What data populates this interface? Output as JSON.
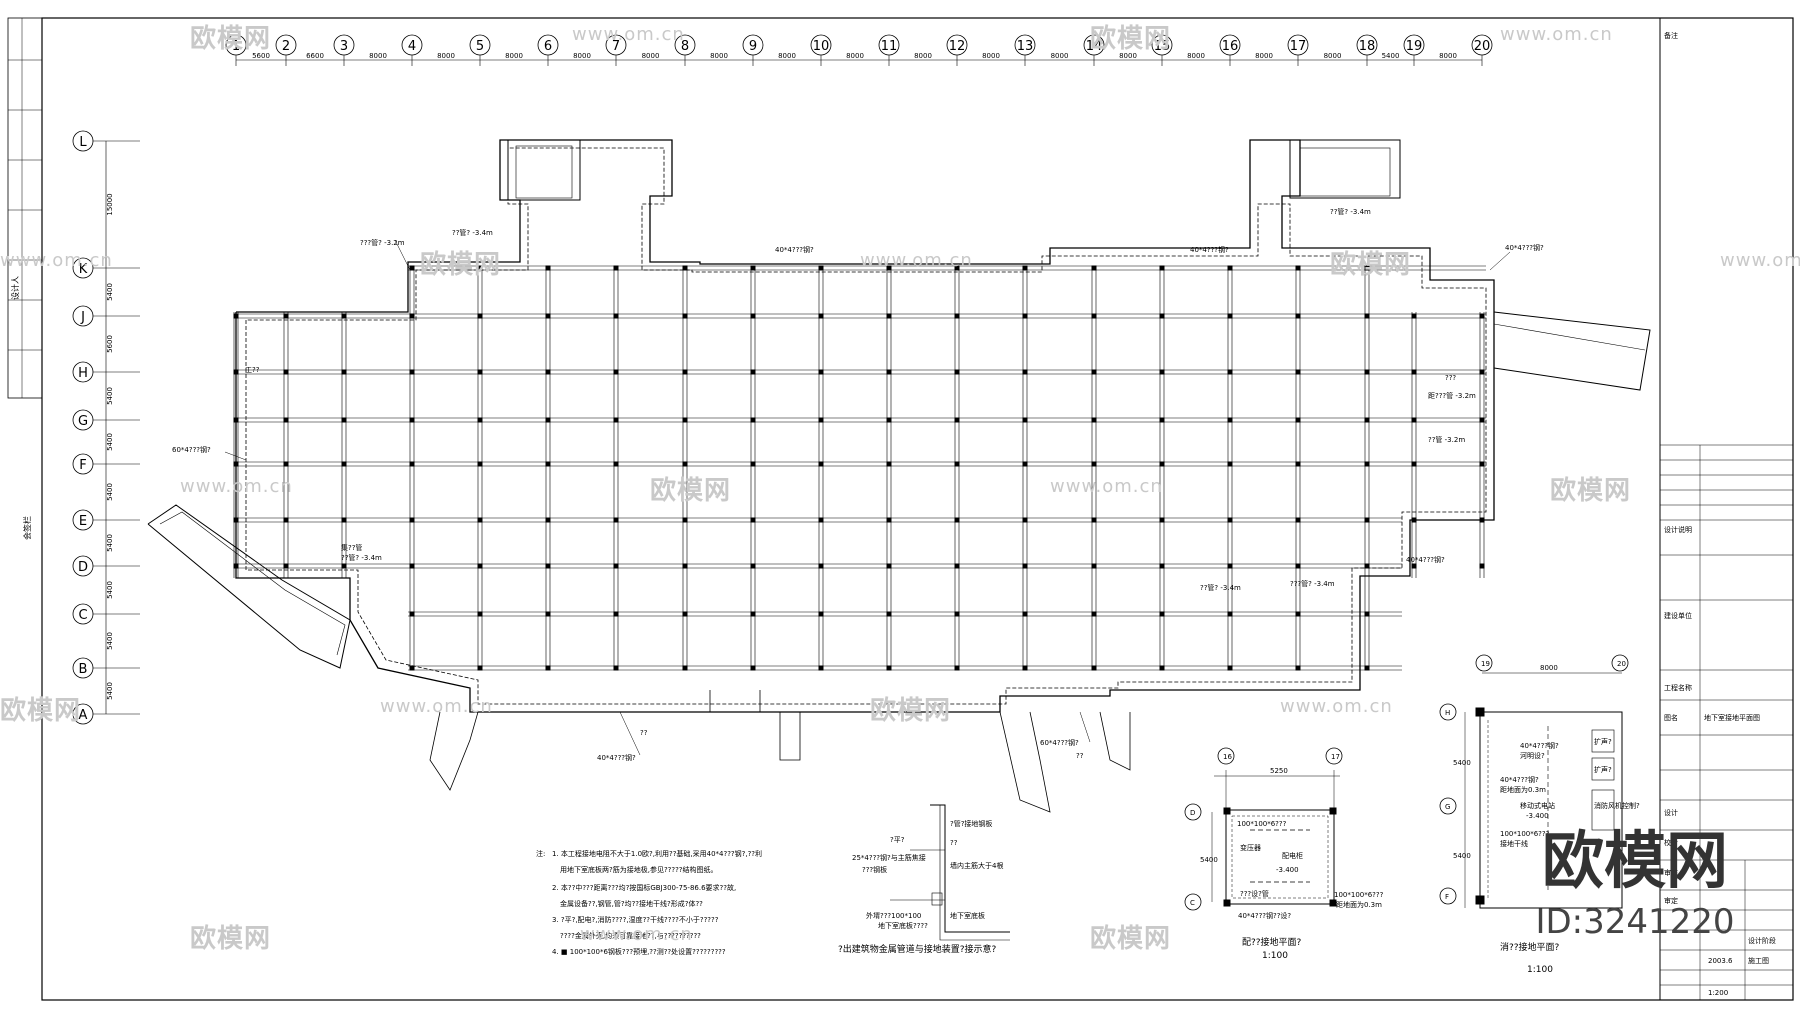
{
  "drawing": {
    "column_axes": [
      "1",
      "2",
      "3",
      "4",
      "5",
      "6",
      "7",
      "8",
      "9",
      "10",
      "11",
      "12",
      "13",
      "14",
      "15",
      "16",
      "17",
      "18",
      "19",
      "20"
    ],
    "column_spacings": [
      "5600",
      "6600",
      "8000",
      "8000",
      "8000",
      "8000",
      "8000",
      "8000",
      "8000",
      "8000",
      "8000",
      "8000",
      "8000",
      "8000",
      "8000",
      "8000",
      "8000",
      "5400",
      "8000"
    ],
    "row_axes": [
      "L",
      "K",
      "J",
      "H",
      "G",
      "F",
      "E",
      "D",
      "C",
      "B",
      "A"
    ],
    "row_spacings": [
      "15000",
      "5400",
      "5600",
      "5400",
      "5400",
      "5400",
      "5400",
      "5400",
      "5400",
      "5400"
    ],
    "callouts": {
      "c1": "40*4???钢?",
      "c2": "40*4???钢?",
      "c3": "40*4???钢?",
      "c4": "60*4???钢?",
      "c5": "40*4???钢?",
      "c6": "40*4???钢?",
      "c7": "60*4???钢?",
      "c8": "??管? -3.4m",
      "c9": "??管? -3.4m",
      "c10": "距???管 -3.2m",
      "c11": "??管 -3.2m",
      "c12": "集??管",
      "c13": "??管? -3.4m",
      "c14": "??管? -3.4m",
      "c15": "???管? -3.4m",
      "c16": "???管? -3.2m",
      "c17": "工??",
      "c18": "??",
      "c19": "??",
      "c20": "???"
    },
    "notes": {
      "prefix": "注:",
      "n1": "1. 本工程接地电阻不大于1.0欧?,利用??基础,采用40*4???钢?,??利",
      "n1b": "用地下室底板两?筋为接地极,参见?????结构图纸。",
      "n2": "2. 本??中???距离???均?按国标GBJ300-75-86.6要求??故,",
      "n2b": "金属设备??,钢管,管?均??接地干线?形成?体??",
      "n3": "3. ?平?,配电?,消防????,湿度??干线????不小于?????",
      "n3b": "????金属外壳,均须可靠接地??,与??????????",
      "n4": "4. ■ 100*100*6钢板???预埋,??测??处设置?????????"
    },
    "detail_labels": {
      "d1": "?管?接地钢板",
      "d2": "25*4???钢?与主筋焦接",
      "d3": "???钢板",
      "d4": "墙内主筋大于4根",
      "d5": "外壻???100*100",
      "d6": "地下室底板????",
      "d7": "地下室底板",
      "d8": "?平?",
      "d9": "??"
    },
    "detail_title": "?出建筑物金属管道与接地装置?接示意?",
    "mini_plan_1": {
      "axes_top": [
        "16",
        "17"
      ],
      "axes_left": [
        "D",
        "C"
      ],
      "dim_top": "5250",
      "dim_left": "5400",
      "t1": "100*100*6???",
      "t2": "变压器",
      "t3": "配电柜",
      "t4": "-3.400",
      "t5": "???设?管",
      "t6": "100*100*6???",
      "t7": "距地面为0.3m",
      "t8": "40*4???钢??设?",
      "title": "配??接地平面?",
      "scale": "1:100"
    },
    "mini_plan_2": {
      "axes_top": [
        "19",
        "20"
      ],
      "axes_left": [
        "H",
        "G",
        "F"
      ],
      "dim_top": "8000",
      "dim_left_1": "5400",
      "dim_left_2": "5400",
      "t1": "40*4???钢?",
      "t2": "河明设?",
      "t3": "40*4???钢?",
      "t4": "距地面为0.3m",
      "t5": "移动式电站",
      "t6": "-3.400",
      "t7": "100*100*6???",
      "t8": "接地干线",
      "r1": "扩声?",
      "r2": "扩声?",
      "r3": "消防风机控制?",
      "title": "消??接地平面?",
      "scale": "1:100"
    },
    "title_block": {
      "r1": "备注",
      "r2": "设计说明",
      "r3": "建设单位",
      "r4": "工程名称",
      "r5": "图名",
      "r6": "地下室接地平面图",
      "r7": "设计",
      "r8": "校对",
      "r9": "审核",
      "r10": "审定",
      "date": "2003.6",
      "scale": "1:200",
      "r11": "设计阶段",
      "r12": "施工图"
    }
  },
  "watermark": {
    "brand": "欧模网",
    "url": "www.om.cn",
    "id": "ID:3241220"
  },
  "side_strip": {
    "s1": "会签栏",
    "s2": "设计人"
  }
}
